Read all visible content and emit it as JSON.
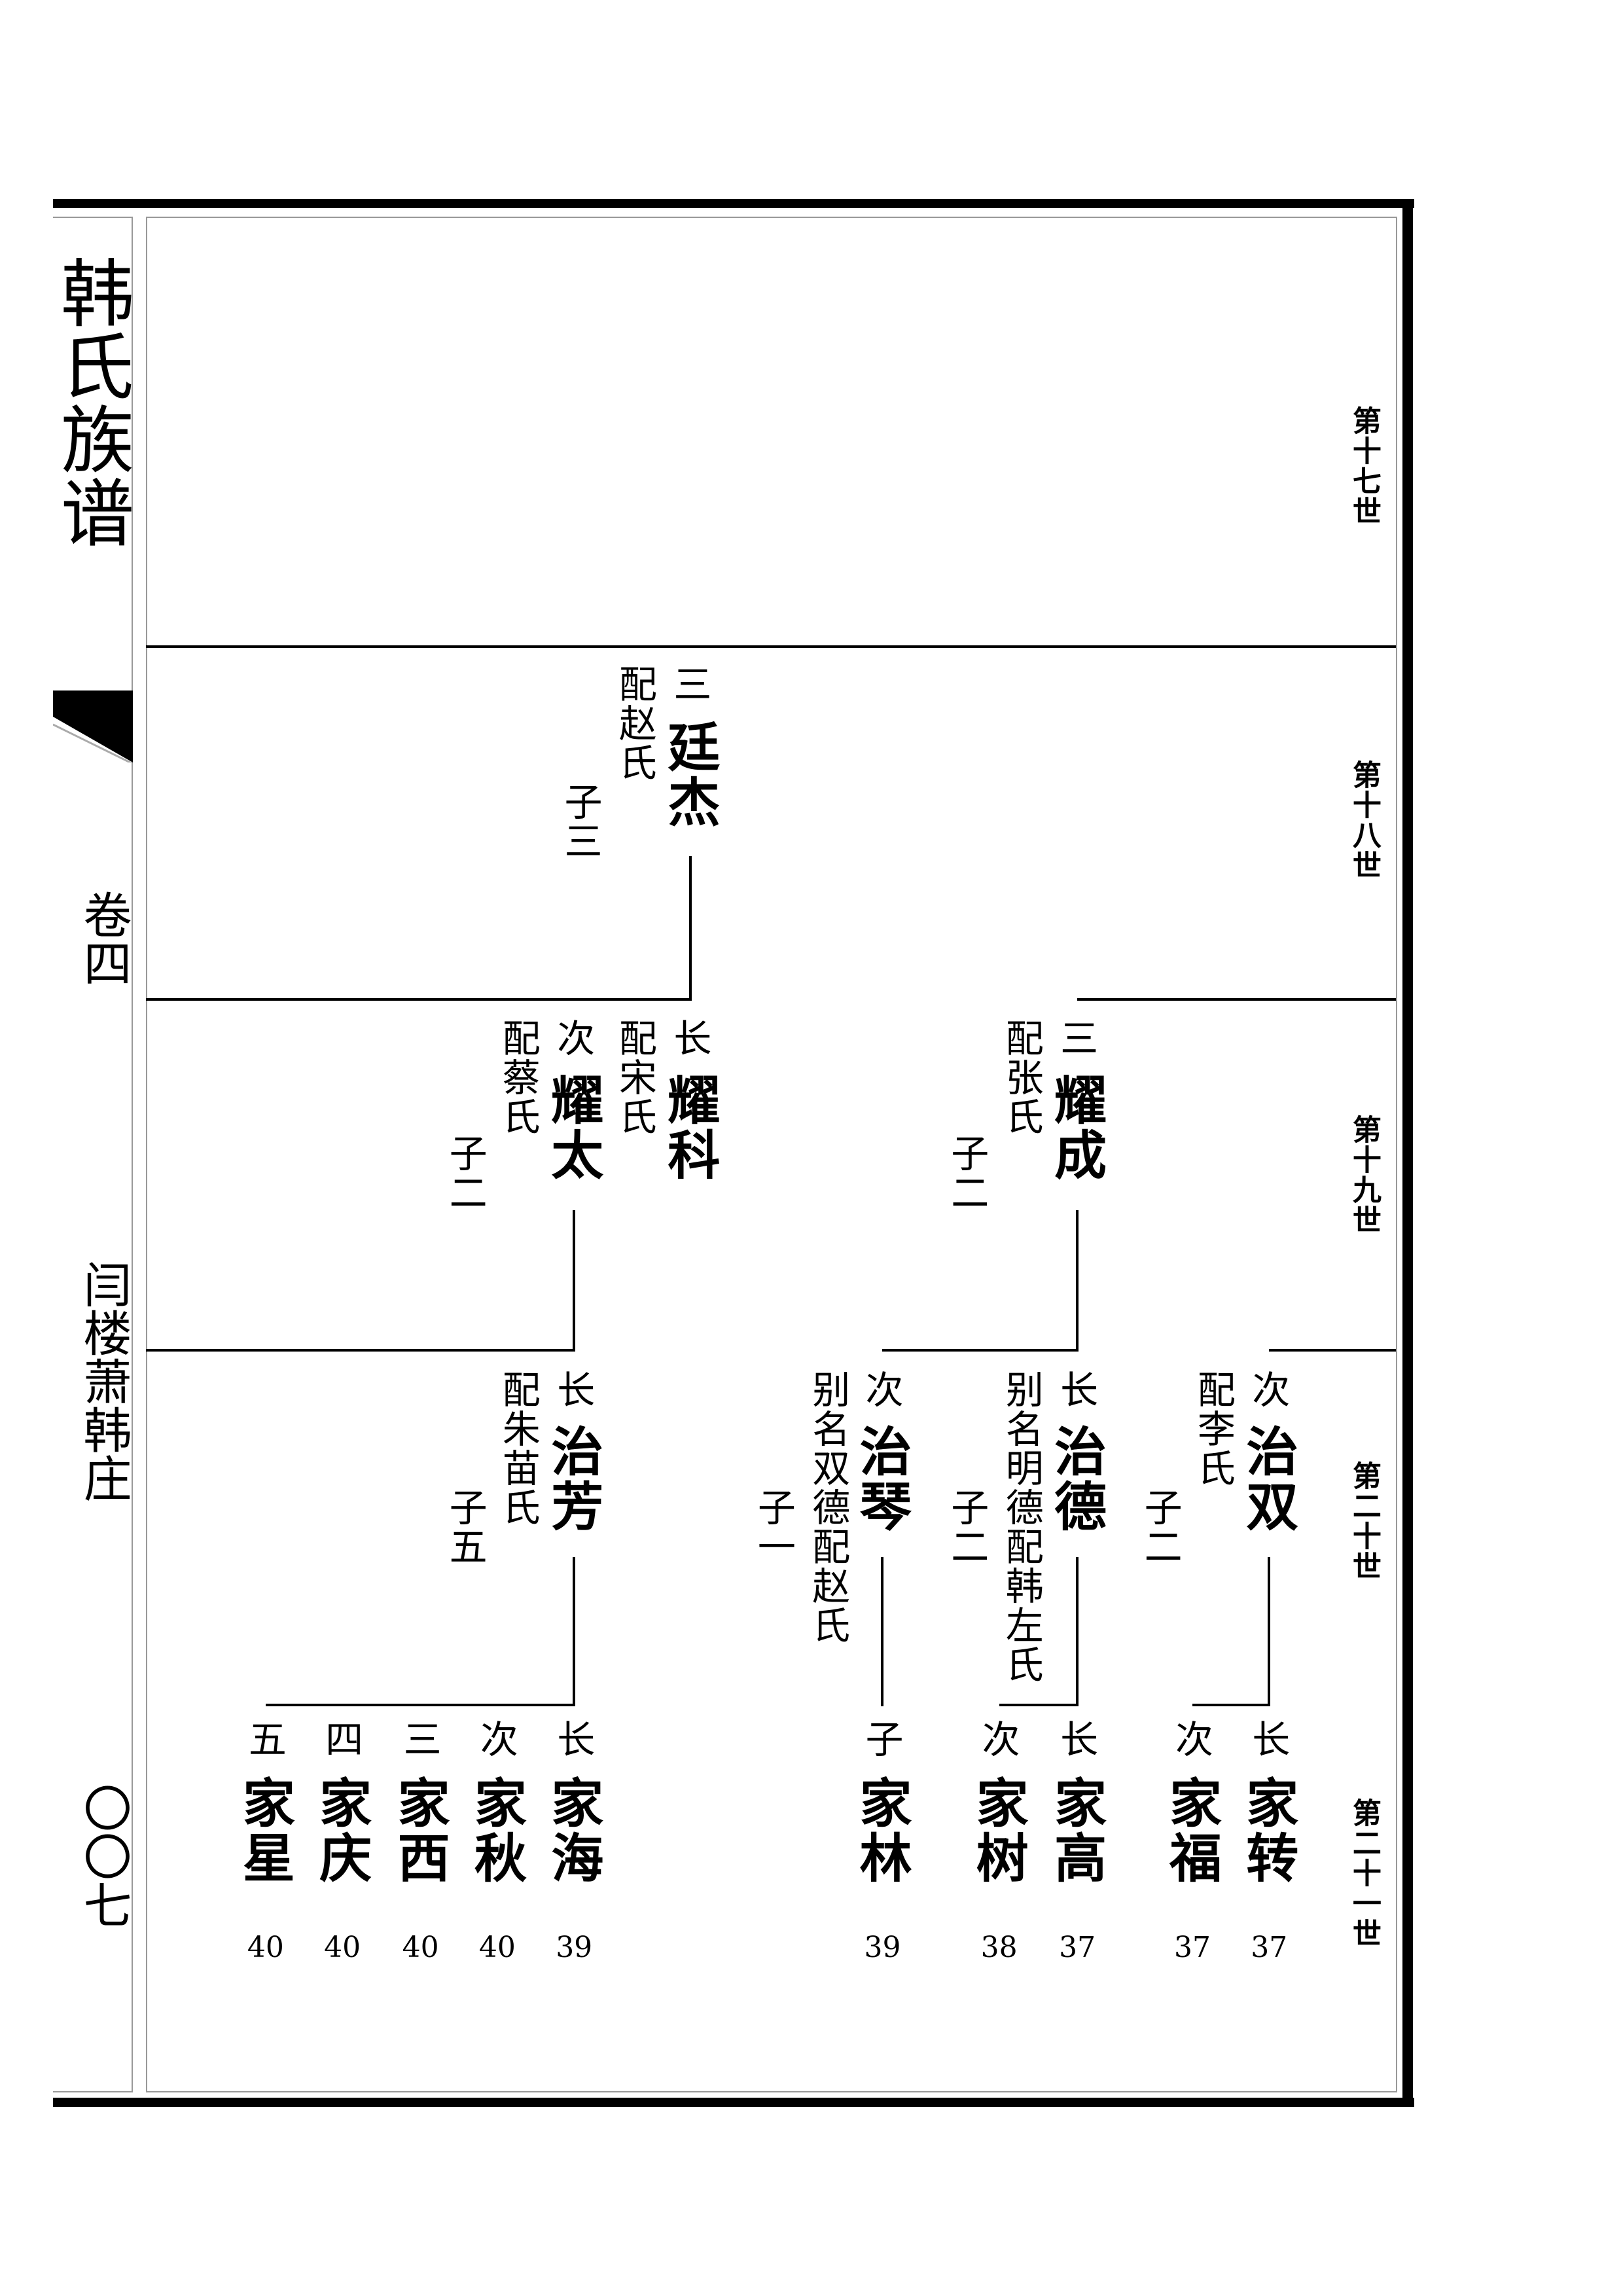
{
  "sidebar": {
    "title": "韩氏族谱",
    "volume": "卷四",
    "village": "闫楼萧韩庄",
    "page_number": "〇〇七"
  },
  "generations": [
    "第十七世",
    "第十八世",
    "第十九世",
    "第二十世",
    "第二十一世"
  ],
  "persons": [
    {
      "rank": "三",
      "name": "廷杰",
      "spouse": "配赵氏",
      "sons": "子三"
    },
    {
      "rank": "长",
      "name": "耀科",
      "spouse": "配宋氏",
      "sons": ""
    },
    {
      "rank": "次",
      "name": "耀太",
      "spouse": "配蔡氏",
      "sons": "子二"
    },
    {
      "rank": "三",
      "name": "耀成",
      "spouse": "配张氏",
      "sons": "子二"
    },
    {
      "rank": "长",
      "name": "治芳",
      "spouse": "配朱苗氏",
      "sons": "子五"
    },
    {
      "rank": "次",
      "name": "治琴",
      "spouse": "别名双德配赵氏",
      "sons": "子一"
    },
    {
      "rank": "长",
      "name": "治德",
      "spouse": "别名明德配韩左氏",
      "sons": "子二"
    },
    {
      "rank": "次",
      "name": "治双",
      "spouse": "配李氏",
      "sons": "子二"
    },
    {
      "rank": "长",
      "name": "家海",
      "number": "39"
    },
    {
      "rank": "次",
      "name": "家秋",
      "number": "40"
    },
    {
      "rank": "三",
      "name": "家西",
      "number": "40"
    },
    {
      "rank": "四",
      "name": "家庆",
      "number": "40"
    },
    {
      "rank": "五",
      "name": "家星",
      "number": "40"
    },
    {
      "rank": "子",
      "name": "家林",
      "number": "39"
    },
    {
      "rank": "长",
      "name": "家高",
      "number": "37"
    },
    {
      "rank": "次",
      "name": "家树",
      "number": "38"
    },
    {
      "rank": "长",
      "name": "家转",
      "number": "37"
    },
    {
      "rank": "次",
      "name": "家福",
      "number": "37"
    }
  ]
}
